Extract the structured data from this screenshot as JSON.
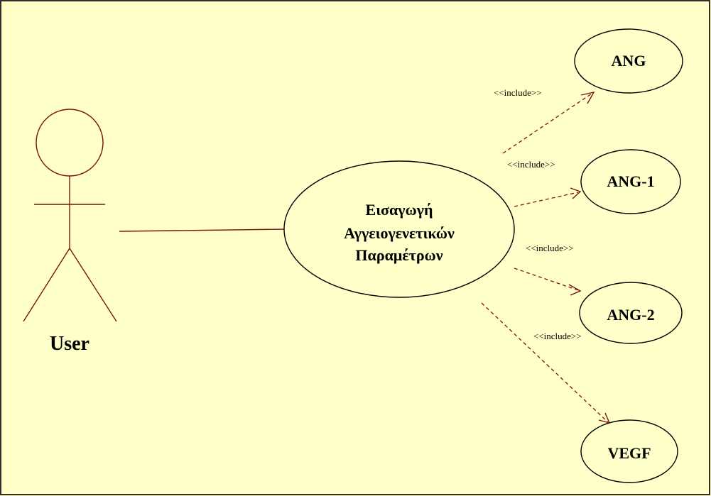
{
  "diagram": {
    "actor": {
      "label": "User"
    },
    "main_use_case": {
      "line1": "Εισαγωγή",
      "line2": "Αγγειογενετικών",
      "line3": "Παραμέτρων"
    },
    "included_use_cases": [
      {
        "label": "ANG"
      },
      {
        "label": "ANG-1"
      },
      {
        "label": "ANG-2"
      },
      {
        "label": "VEGF"
      }
    ],
    "relations": [
      {
        "stereotype": "<<include>>"
      },
      {
        "stereotype": "<<include>>"
      },
      {
        "stereotype": "<<include>>"
      },
      {
        "stereotype": "<<include>>"
      }
    ]
  }
}
